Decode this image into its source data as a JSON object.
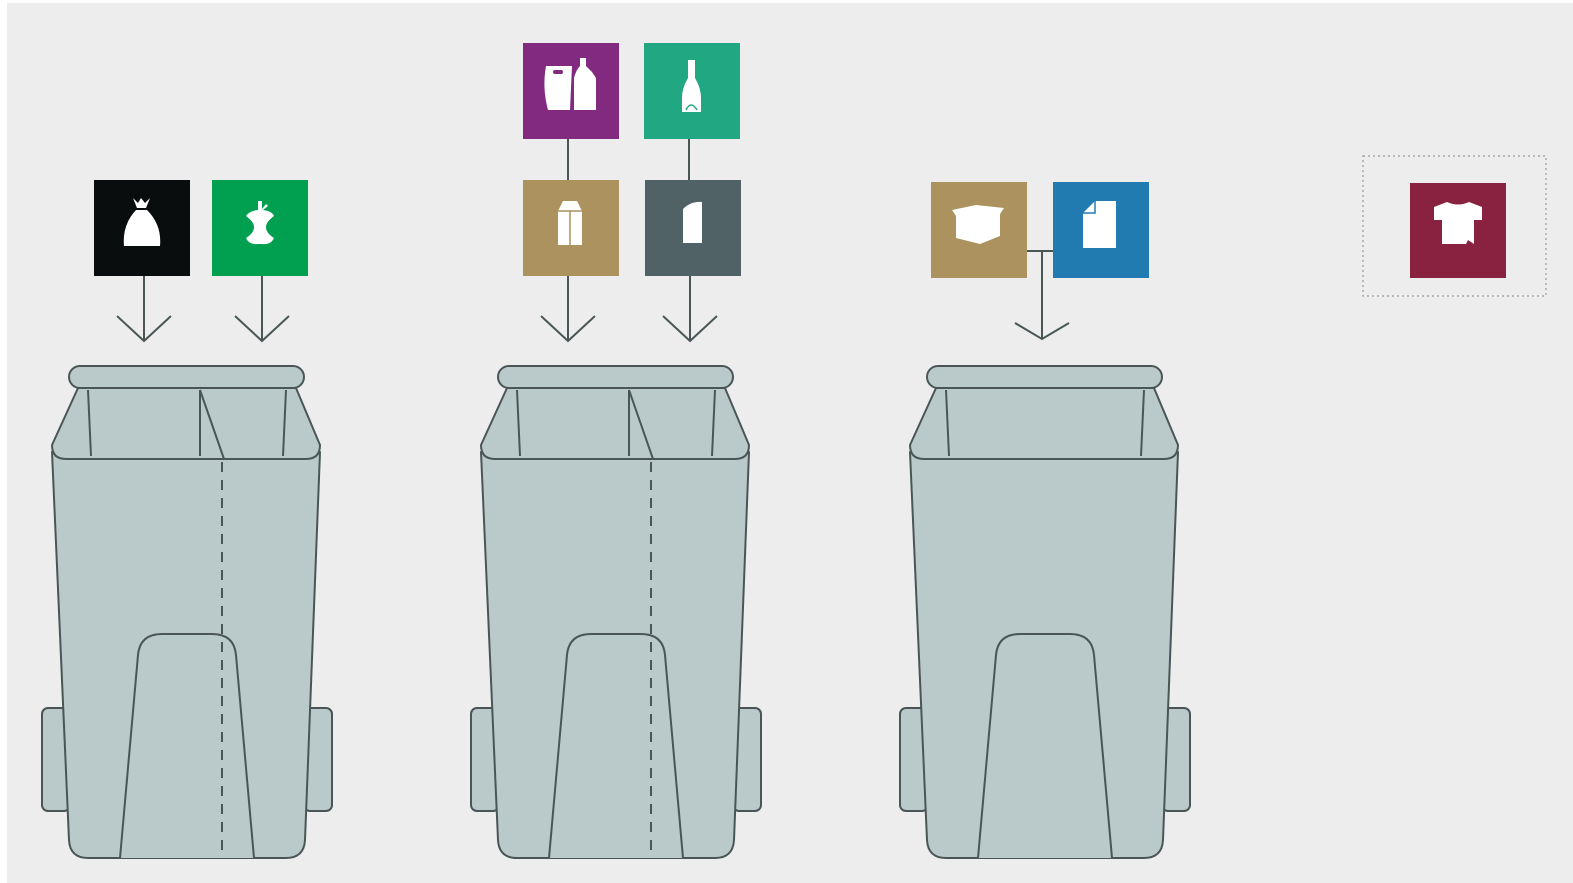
{
  "colors": {
    "background": "#ededed",
    "bin_fill": "#bac9ca",
    "bin_stroke": "#4a5656"
  },
  "bins": [
    {
      "name": "bin-1",
      "divided": true,
      "categories": [
        {
          "icon": "rest-waste-bag-icon",
          "color": "#0a0d0e"
        },
        {
          "icon": "food-waste-apple-core-icon",
          "color": "#00a050"
        }
      ]
    },
    {
      "name": "bin-2",
      "divided": true,
      "categories": [
        {
          "icon": "carton-icon",
          "color": "#ab925f",
          "also": {
            "icon": "plastic-packaging-icon",
            "color": "#822a7f"
          }
        },
        {
          "icon": "metal-can-icon",
          "color": "#506266",
          "also": {
            "icon": "glass-bottle-icon",
            "color": "#21a883"
          }
        }
      ]
    },
    {
      "name": "bin-3",
      "divided": false,
      "categories": [
        {
          "icon": "cardboard-box-icon",
          "color": "#ab925f"
        },
        {
          "icon": "paper-icon",
          "color": "#227bb0"
        }
      ]
    }
  ],
  "separate": {
    "icon": "textile-shirt-icon",
    "color": "#892241"
  }
}
